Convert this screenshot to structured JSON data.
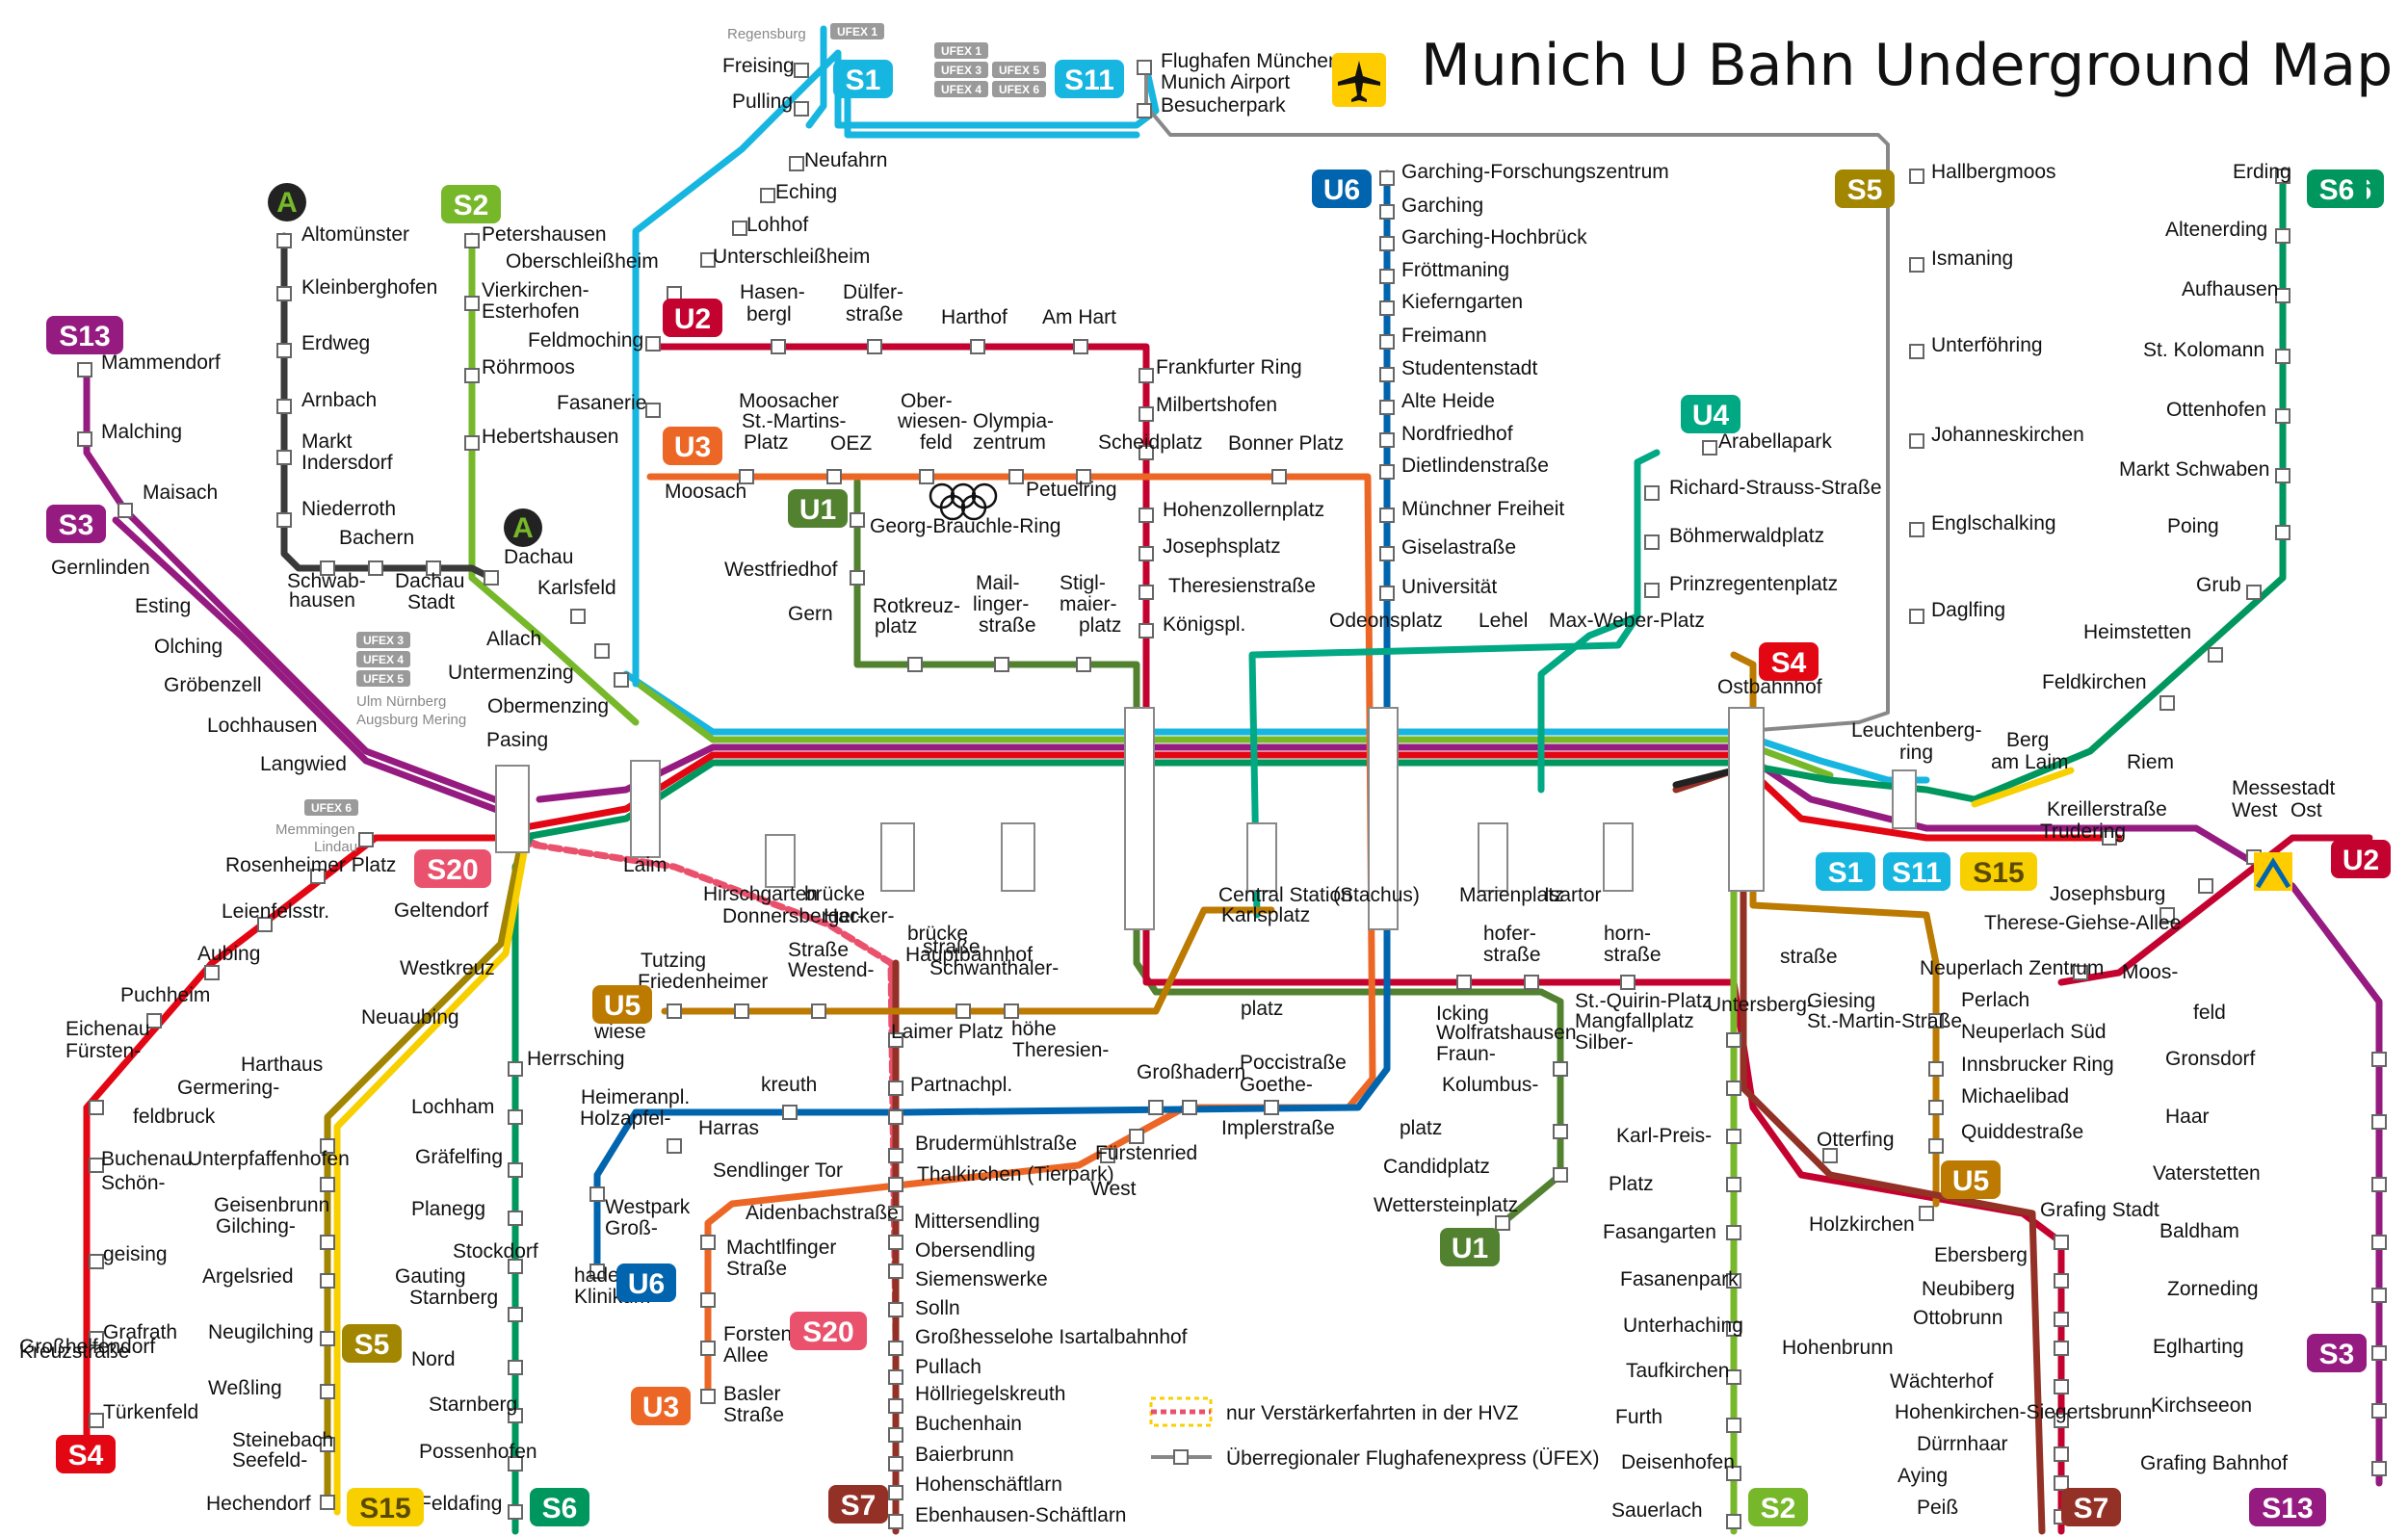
{
  "title": "Munich U Bahn Underground Map",
  "colors": {
    "S1": "#17b6e0",
    "S2": "#76b82a",
    "S3": "#951b81",
    "S4": "#e30613",
    "S6": "#00975f",
    "S7": "#943126",
    "S8": "#222222",
    "S20": "#ea516d",
    "U1": "#52822f",
    "U2": "#c4022f",
    "U3": "#ec6725",
    "U4": "#00a984",
    "U5": "#bc7a00",
    "U6": "#0065ae",
    "S5": "#a28600",
    "S15": "#f8d000",
    "A": "#3a3a3a",
    "UFEX": "#888888",
    "S13": "#951b81",
    "S11": "#17b6e0"
  },
  "badges": [
    {
      "id": "S1",
      "label": "S1"
    },
    {
      "id": "S11",
      "label": "S11"
    },
    {
      "id": "S2",
      "label": "S2"
    },
    {
      "id": "S13",
      "label": "S13"
    },
    {
      "id": "S3",
      "label": "S3"
    },
    {
      "id": "U2",
      "label": "U2"
    },
    {
      "id": "U3",
      "label": "U3"
    },
    {
      "id": "U1",
      "label": "U1"
    },
    {
      "id": "U6",
      "label": "U6"
    },
    {
      "id": "S5",
      "label": "S5"
    },
    {
      "id": "S6",
      "label": "S6"
    },
    {
      "id": "U4",
      "label": "U4"
    },
    {
      "id": "S4",
      "label": "S4"
    },
    {
      "id": "S20",
      "label": "S20"
    },
    {
      "id": "U5",
      "label": "U5"
    },
    {
      "id": "S15",
      "label": "S15"
    },
    {
      "id": "S7",
      "label": "S7"
    },
    {
      "id": "A",
      "label": "A"
    }
  ],
  "ufex_tags": [
    "UFEX 1",
    "UFEX 1",
    "UFEX 3",
    "UFEX 5",
    "UFEX 4",
    "UFEX 6",
    "UFEX 3",
    "UFEX 4",
    "UFEX 5",
    "UFEX 6"
  ],
  "destinations": {
    "regensburg": "Regensburg",
    "ulm": "Ulm Nürnberg",
    "augsburg": "Augsburg Mering",
    "memmingen": "Memmingen",
    "lindau": "Lindau"
  },
  "messestadt": [
    "Messestadt",
    "West",
    "Ost"
  ],
  "legend": {
    "hvz": "nur Verstärkerfahrten in der HVZ",
    "ufex": "Überregionaler Flughafenexpress (ÜFEX)"
  },
  "stations": [
    "Freising",
    "Pulling",
    "Flughafen München",
    "Munich Airport",
    "Besucherpark",
    "Neufahrn",
    "Eching",
    "Lohhof",
    "Unterschleißheim",
    "Oberschleißheim",
    "Feldmoching",
    "Fasanerie",
    "Moosach",
    "Altomünster",
    "Kleinberghofen",
    "Erdweg",
    "Arnbach",
    "Markt",
    "Indersdorf",
    "Niederroth",
    "Bachern",
    "Schwab-",
    "hausen",
    "Dachau",
    "Stadt",
    "Dachau",
    "Karlsfeld",
    "Allach",
    "Untermenzing",
    "Obermenzing",
    "Pasing",
    "Petershausen",
    "Vierkirchen-",
    "Esterhofen",
    "Röhrmoos",
    "Hebertshausen",
    "Mammendorf",
    "Malching",
    "Maisach",
    "Gernlinden",
    "Esting",
    "Olching",
    "Gröbenzell",
    "Lochhausen",
    "Langwied",
    "Hasen-",
    "bergl",
    "Dülfer-",
    "straße",
    "Harthof",
    "Am Hart",
    "Frankfurter Ring",
    "Milbertshofen",
    "Scheidplatz",
    "Moosacher",
    "St.-Martins-",
    "Platz",
    "OEZ",
    "Ober-",
    "wiesen-",
    "feld",
    "Olympia-",
    "zentrum",
    "Petuelring",
    "Bonner Platz",
    "Georg-Brauchle-Ring",
    "Westfriedhof",
    "Gern",
    "Rotkreuz-",
    "platz",
    "Mail-",
    "linger-",
    "straße",
    "Stigl-",
    "maier-",
    "platz",
    "Hohenzollernplatz",
    "Josephsplatz",
    "Theresienstraße",
    "Königspl.",
    "Garching-Forschungszentrum",
    "Garching",
    "Garching-Hochbrück",
    "Fröttmaning",
    "Kieferngarten",
    "Freimann",
    "Studentenstadt",
    "Alte Heide",
    "Nordfriedhof",
    "Dietlindenstraße",
    "Münchner Freiheit",
    "Giselastraße",
    "Universität",
    "Odeonsplatz",
    "Lehel",
    "Max-Weber-Platz",
    "Arabellapark",
    "Richard-Strauss-Straße",
    "Böhmerwaldplatz",
    "Prinzregentenplatz",
    "Ostbahnhof",
    "Hallbergmoos",
    "Ismaning",
    "Unterföhring",
    "Johanneskirchen",
    "Englschalking",
    "Daglfing",
    "Leuchtenberg-",
    "ring",
    "Berg",
    "am Laim",
    "Riem",
    "Erding",
    "Altenerding",
    "Aufhausen",
    "St. Kolomann",
    "Ottenhofen",
    "Markt Schwaben",
    "Poing",
    "Grub",
    "Heimstetten",
    "Feldkirchen",
    "Laim",
    "Hirschgarten",
    "Donnersberger-",
    "brücke",
    "Hacker-",
    "brücke",
    "Hauptbahnhof",
    "Central Station",
    "Karlsplatz",
    "(Stachus)",
    "Marienplatz",
    "Isartor",
    "Rosenheimer Platz",
    "Leienfelsstr.",
    "Aubing",
    "Puchheim",
    "Eichenau",
    "Fürsten-",
    "feldbruck",
    "Buchenau",
    "Schön-",
    "geising",
    "Grafrath",
    "Türkenfeld",
    "Geltendorf",
    "Westkreuz",
    "Neuaubing",
    "Harthaus",
    "Germering-",
    "Unterpfaffenhofen",
    "Geisenbrunn",
    "Gilching-",
    "Argelsried",
    "Neugilching",
    "Weßling",
    "Steinebach",
    "Seefeld-",
    "Hechendorf",
    "Herrsching",
    "Lochham",
    "Gräfelfing",
    "Planegg",
    "Stockdorf",
    "Gauting",
    "Starnberg",
    "Nord",
    "Starnberg",
    "Possenhofen",
    "Feldafing",
    "Tutzing",
    "Friedenheimer",
    "Straße",
    "Westend-",
    "straße",
    "Schwanthaler-",
    "höhe",
    "Theresien-",
    "wiese",
    "Laimer Platz",
    "Heimeranpl.",
    "Holzapfel-",
    "kreuth",
    "Partnachpl.",
    "Harras",
    "Westpark",
    "Groß-",
    "hadern",
    "Klinikum",
    "Großhadern",
    "Implerstraße",
    "Poccistraße",
    "Goethe-",
    "platz",
    "Sendlinger Tor",
    "Aidenbachstraße",
    "Machtlfinger",
    "Straße",
    "Forstenrieder",
    "Allee",
    "Basler",
    "Straße",
    "Fürstenried",
    "West",
    "Brudermühlstraße",
    "Thalkirchen (Tierpark)",
    "Mittersendling",
    "Obersendling",
    "Siemenswerke",
    "Solln",
    "Großhesselohe Isartalbahnhof",
    "Pullach",
    "Höllriegelskreuth",
    "Buchenhain",
    "Baierbrunn",
    "Hohenschäftlarn",
    "Ebenhausen-Schäftlarn",
    "Icking",
    "Wolfratshausen",
    "Fraun-",
    "hofer-",
    "straße",
    "Kolumbus-",
    "platz",
    "Candidplatz",
    "Wettersteinplatz",
    "St.-Quirin-Platz",
    "Mangfallplatz",
    "Silber-",
    "horn-",
    "straße",
    "Untersberg-",
    "straße",
    "Giesing",
    "St.-Martin-Straße",
    "Karl-Preis-",
    "Platz",
    "Fasangarten",
    "Fasanenpark",
    "Unterhaching",
    "Taufkirchen",
    "Furth",
    "Deisenhofen",
    "Sauerlach",
    "Otterfing",
    "Holzkirchen",
    "Perlach",
    "Neuperlach Süd",
    "Innsbrucker Ring",
    "Michaelibad",
    "Quiddestraße",
    "Neuperlach Zentrum",
    "Therese-Giehse-Allee",
    "Josephsburg",
    "Kreillerstraße",
    "Trudering",
    "Moos-",
    "feld",
    "Gronsdorf",
    "Haar",
    "Vaterstetten",
    "Baldham",
    "Zorneding",
    "Eglharting",
    "Kirchseeon",
    "Grafing Bahnhof",
    "Grafing Stadt",
    "Ebersberg",
    "Neubiberg",
    "Ottobrunn",
    "Hohenbrunn",
    "Wächterhof",
    "Hohenkirchen-Siegertsbrunn",
    "Dürrnhaar",
    "Aying",
    "Peiß",
    "Großhelfendorf",
    "Kreuzstraße"
  ]
}
